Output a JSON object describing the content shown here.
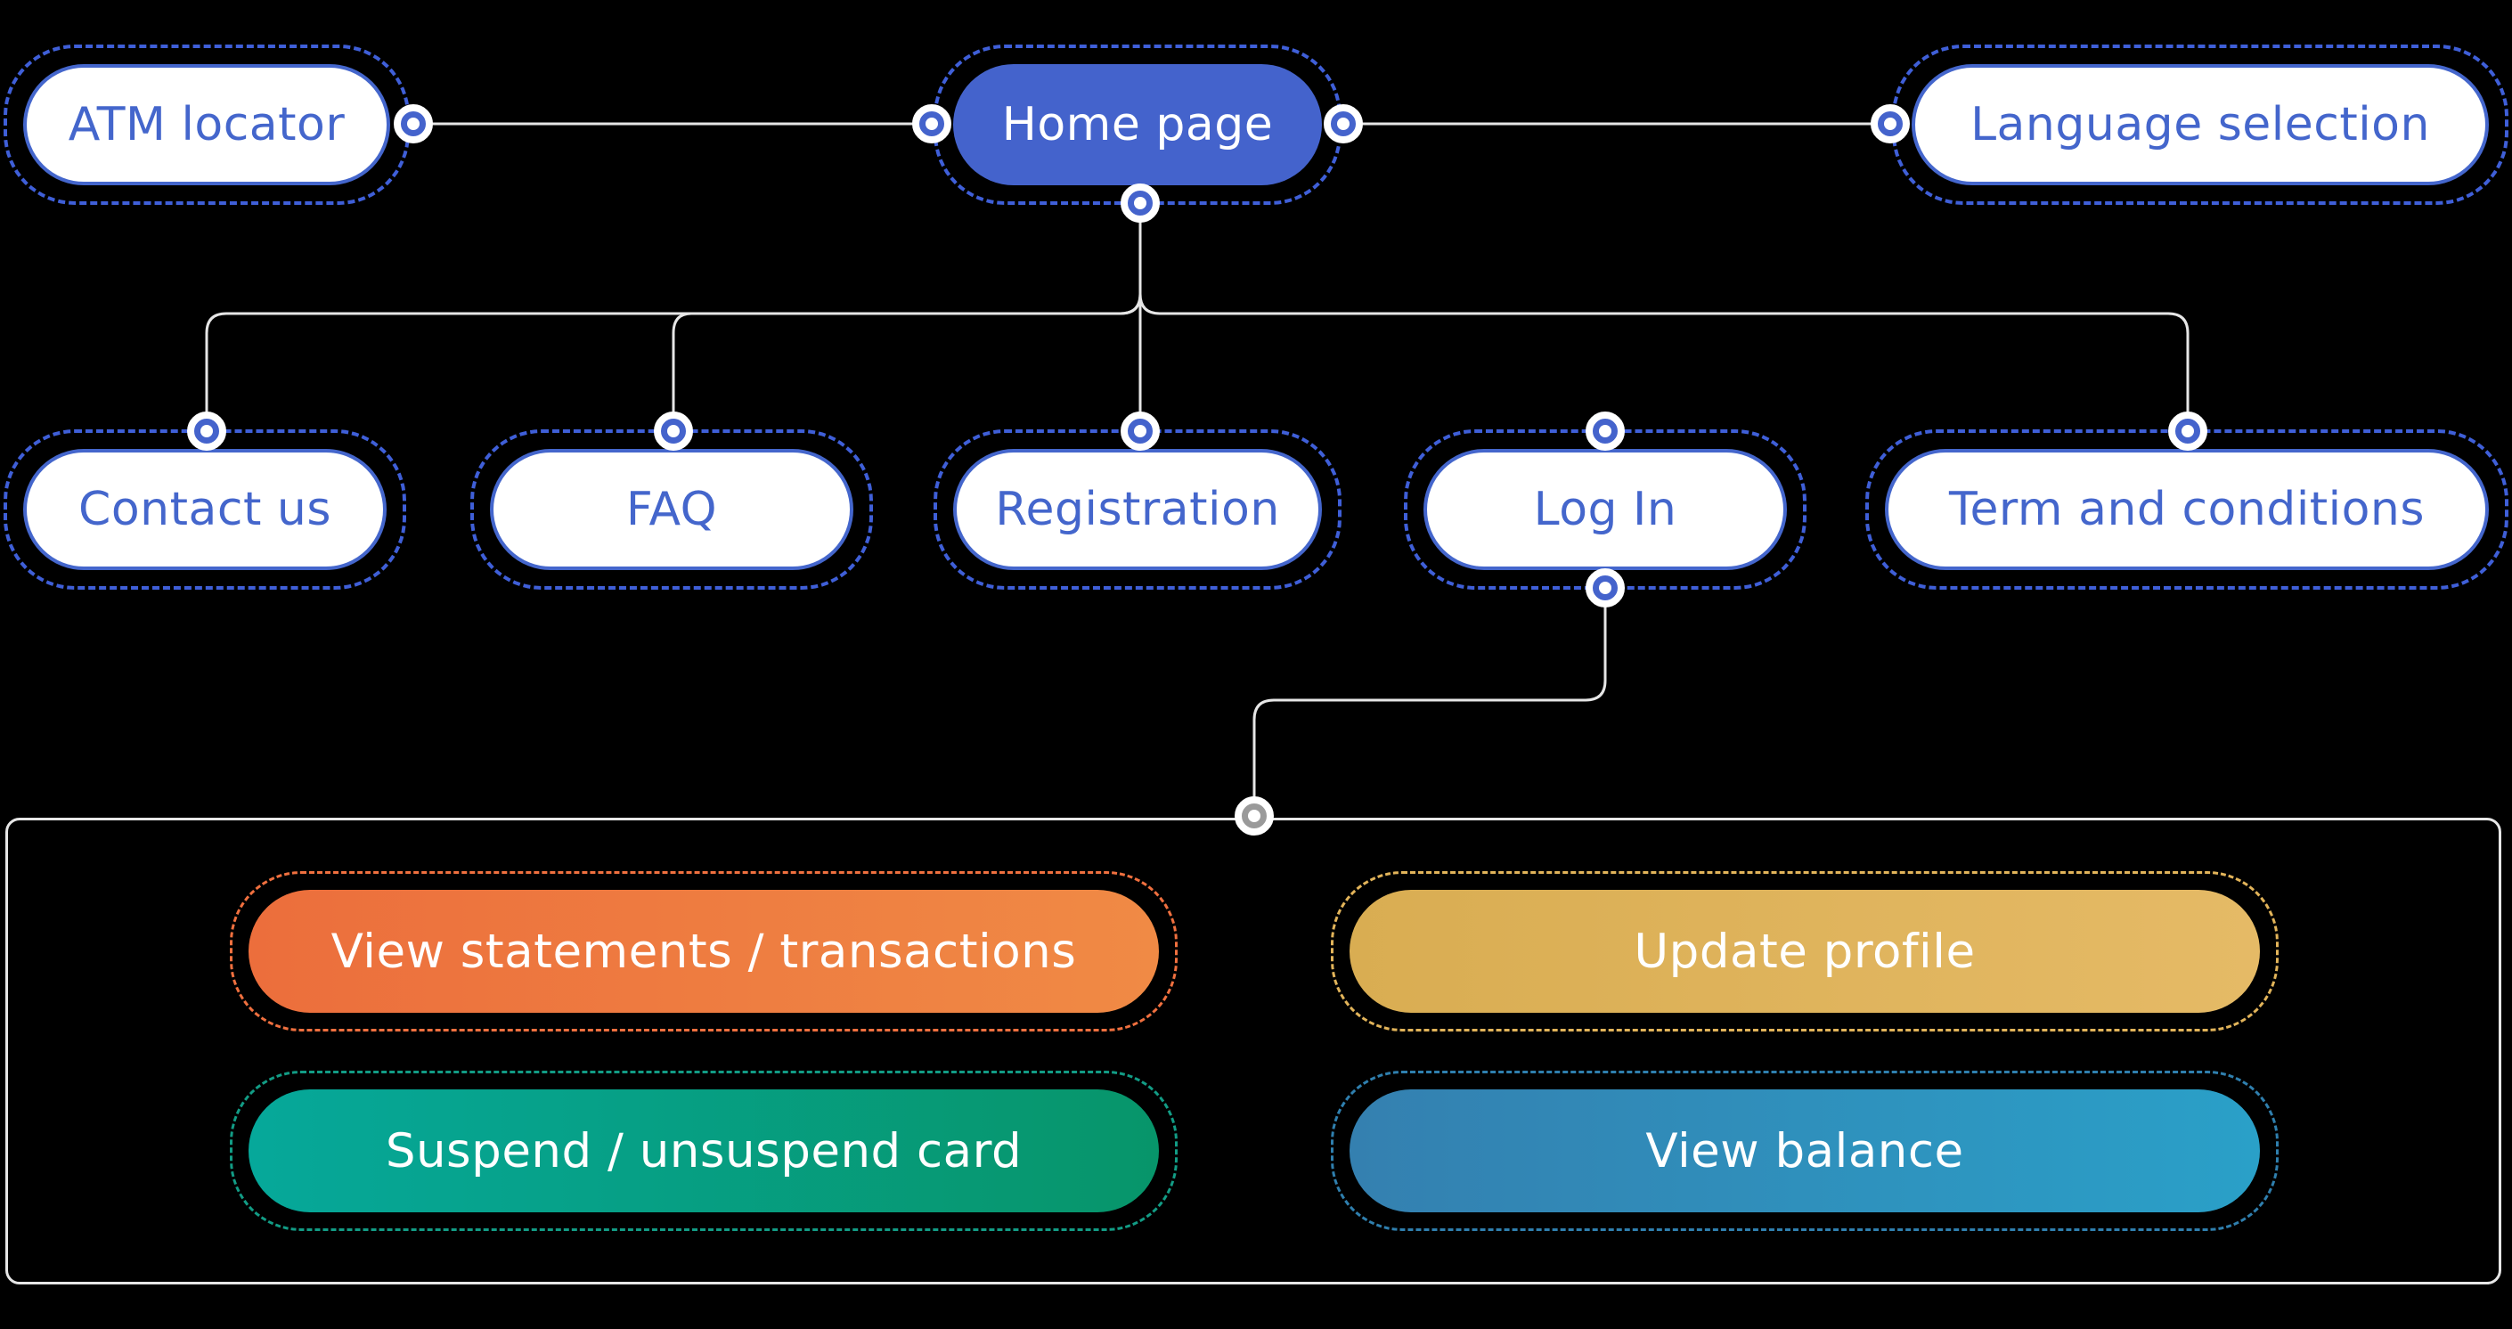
{
  "diagram": {
    "top_row": {
      "atm_locator": "ATM locator",
      "home_page": "Home page",
      "language_selection": "Language selection"
    },
    "second_row": {
      "contact_us": "Contact us",
      "faq": "FAQ",
      "registration": "Registration",
      "log_in": "Log In",
      "terms": "Term and conditions"
    },
    "logged_in_features": {
      "view_statements": "View statements / transactions",
      "update_profile": "Update profile",
      "suspend_card": "Suspend / unsuspend card",
      "view_balance": "View balance"
    }
  },
  "colors": {
    "background": "#000000",
    "primary_blue": "#4463cc",
    "connector": "#e6e6e6",
    "orange": "#ec6e3c",
    "yellow": "#d9ad52",
    "green": "#06a89a",
    "blue": "#3480b0"
  }
}
